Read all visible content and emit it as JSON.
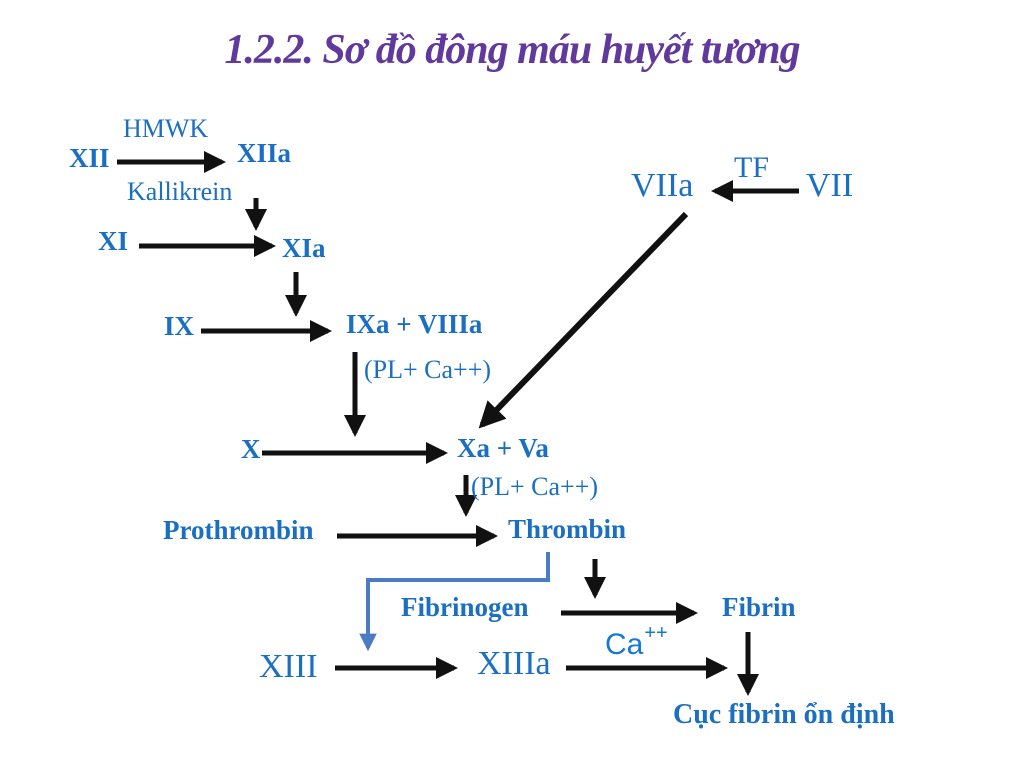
{
  "title": "1.2.2. Sơ đồ đông máu huyết tương",
  "colors": {
    "title_purple": "#61389B",
    "node_blue": "#1B6FC3",
    "ca_blue": "#1778D2",
    "arrow_black": "#111111",
    "feedback_arrow_blue": "#4A7CC4",
    "background": "#FFFFFF"
  },
  "nodes": {
    "hmwk": "HMWK",
    "xii": "XII",
    "xiia": "XIIa",
    "kallikrein": "Kallikrein",
    "xi": "XI",
    "xia": "XIa",
    "ix": "IX",
    "ixa_viiia": "IXa + VIIIa",
    "pl_ca_1": "(PL+ Ca++)",
    "x": "X",
    "xa_va": "Xa + Va",
    "viia": "VIIa",
    "tf": "TF",
    "vii": "VII",
    "pl_ca_2": "(PL+ Ca++)",
    "prothrombin": "Prothrombin",
    "thrombin": "Thrombin",
    "fibrinogen": "Fibrinogen",
    "fibrin": "Fibrin",
    "xiii": "XIII",
    "xiiia": "XIIIa",
    "ca_base": "Ca",
    "ca_sup": "++",
    "stable_clot": "Cục fibrin ổn định"
  }
}
